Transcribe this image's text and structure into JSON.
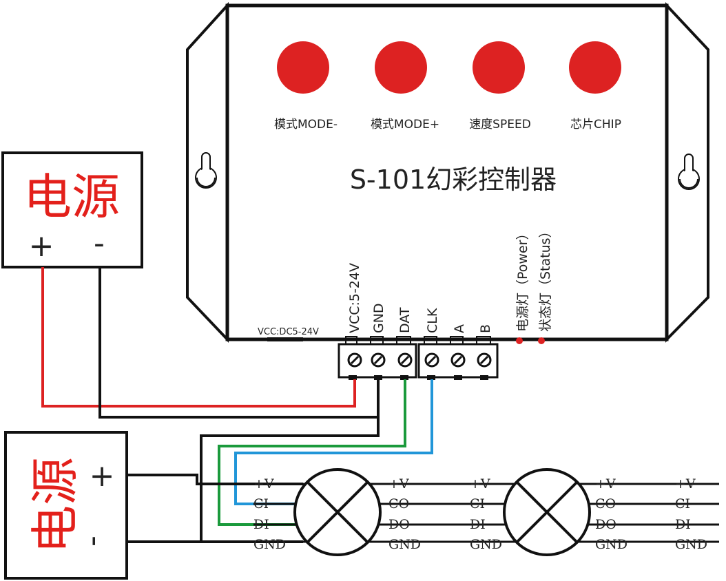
{
  "controller": {
    "title": "S-101幻彩控制器",
    "buttons": [
      {
        "label": "模式MODE-"
      },
      {
        "label": "模式MODE+"
      },
      {
        "label": "速度SPEED"
      },
      {
        "label": "芯片CHIP"
      }
    ],
    "vcc_label": "VCC:DC5-24V",
    "terminals": [
      "VCC:5-24V",
      "GND",
      "DAT",
      "CLK",
      "A",
      "B"
    ],
    "indicators": [
      "电源灯（Power）",
      "状态灯（Status）"
    ]
  },
  "power_supply_top": {
    "label": "电源",
    "plus": "+",
    "minus": "-"
  },
  "power_supply_bottom": {
    "label": "电源",
    "plus": "+",
    "minus": "-"
  },
  "pixels": [
    {
      "in": [
        "+V",
        "CI",
        "DI",
        "GND"
      ],
      "out": [
        "+V",
        "CO",
        "DO",
        "GND"
      ]
    },
    {
      "in": [
        "+V",
        "CI",
        "DI",
        "GND"
      ],
      "out": [
        "+V",
        "CO",
        "DO",
        "GND"
      ]
    }
  ],
  "chain_end": [
    "+V",
    "CI",
    "DI",
    "GND"
  ],
  "colors": {
    "button_red": "#dd2222",
    "wire_red": "#dd2222",
    "wire_black": "#111111",
    "wire_green": "#1b9a3c",
    "wire_blue": "#2196d8",
    "label_red": "#e3201b"
  }
}
